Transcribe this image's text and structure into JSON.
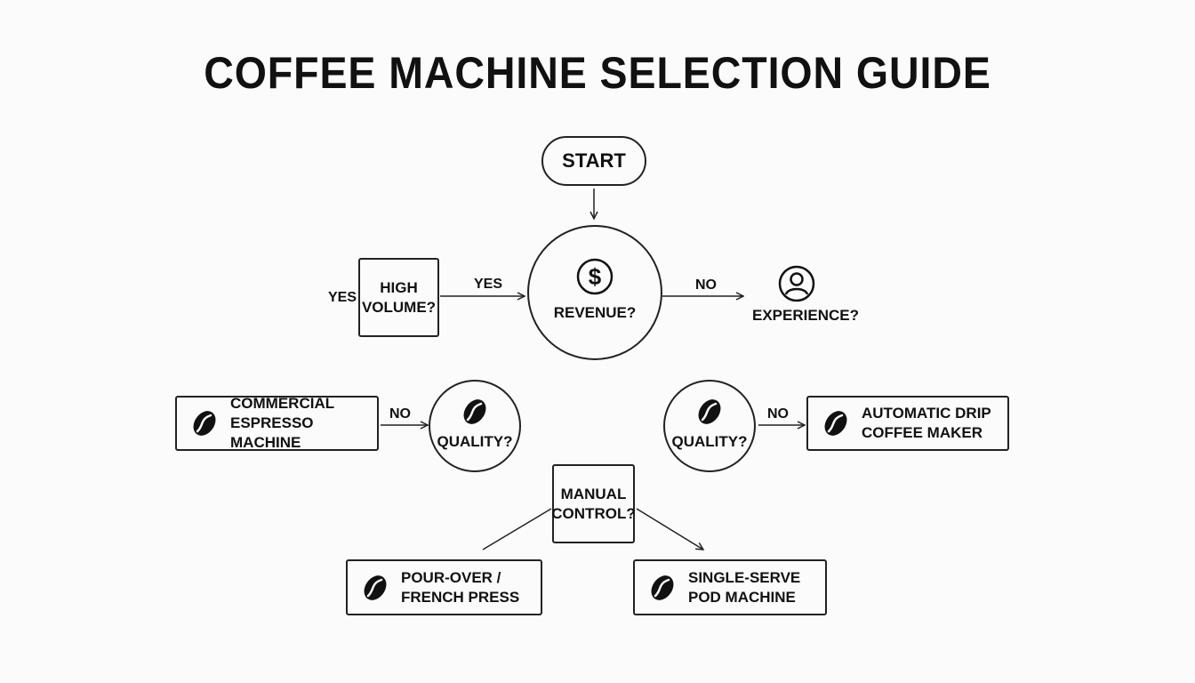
{
  "title": "COFFEE MACHINE SELECTION GUIDE",
  "nodes": {
    "start": "START",
    "revenue": "REVENUE?",
    "high_volume": [
      "HIGH",
      "VOLUME?"
    ],
    "experience": "EXPERIENCE?",
    "quality_left": "QUALITY?",
    "quality_right": "QUALITY?",
    "manual_control": [
      "MANUAL",
      "CONTROL?"
    ],
    "commercial": [
      "COMMERCIAL",
      "ESPRESSO MACHINE"
    ],
    "drip": [
      "AUTOMATIC DRIP",
      "COFFEE MAKER"
    ],
    "pourover": [
      "POUR-OVER /",
      "FRENCH PRESS"
    ],
    "pod": [
      "SINGLE-SERVE",
      "POD MACHINE"
    ]
  },
  "edge_labels": {
    "yes_outer": "YES",
    "yes_to_revenue": "YES",
    "no_to_experience": "NO",
    "no_left": "NO",
    "no_right": "NO"
  },
  "icons": {
    "revenue": "dollar-icon",
    "experience": "user-icon",
    "quality": "coffee-bean-icon",
    "results": "coffee-bean-icon"
  }
}
